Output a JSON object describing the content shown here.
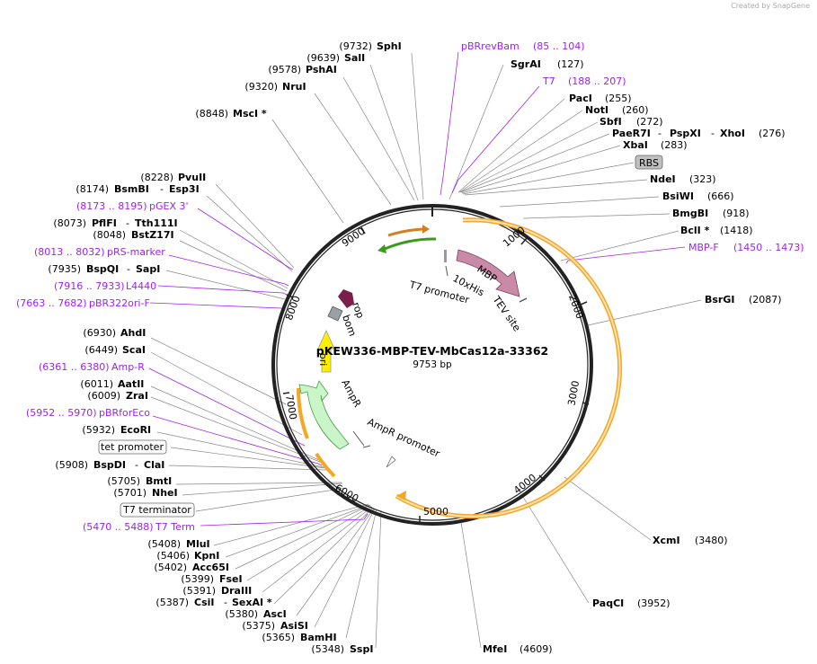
{
  "header": {
    "credit_prefix": "Created by",
    "credit_brand": "SnapGene"
  },
  "map": {
    "name": "pKEW336-MBP-TEV-MbCas12a-33362",
    "length": "9753 bp",
    "ticks": [
      "1000",
      "2000",
      "3000",
      "4000",
      "5000",
      "7000",
      "8000",
      "9000"
    ]
  },
  "features": {
    "mbp": "MBP",
    "his": "10xHis",
    "tev": "TEV site",
    "t7p": "T7 promoter",
    "rop": "rop",
    "bom": "bom",
    "ori": "ori",
    "ampr": "AmpR",
    "amprp": "AmpR promoter"
  },
  "sites_right": [
    {
      "name": "SgrAI",
      "pos": "(127)",
      "prim": true
    },
    {
      "name": "PacI",
      "pos": "(255)",
      "prim": true
    },
    {
      "name": "NotI",
      "pos": "(260)",
      "prim": true
    },
    {
      "name": "SbfI",
      "pos": "(272)",
      "prim": true
    },
    {
      "name": "PaeR7I",
      "alt1": "PspXI",
      "alt2": "XhoI",
      "pos": "(276)",
      "prim": true
    },
    {
      "name": "XbaI",
      "pos": "(283)",
      "prim": true
    },
    {
      "name": "NdeI",
      "pos": "(323)",
      "prim": true
    },
    {
      "name": "BsiWI",
      "pos": "(666)",
      "prim": true
    },
    {
      "name": "BmgBI",
      "pos": "(918)",
      "prim": true
    },
    {
      "name": "BclI *",
      "pos": "(1418)",
      "prim": true
    },
    {
      "name": "BsrGI",
      "pos": "(2087)",
      "prim": true
    },
    {
      "name": "XcmI",
      "pos": "(3480)",
      "prim": true
    },
    {
      "name": "PaqCI",
      "pos": "(3952)",
      "prim": true
    },
    {
      "name": "MfeI",
      "pos": "(4609)",
      "prim": true
    }
  ],
  "sites_left": [
    {
      "name": "SphI",
      "pos": "(9732)"
    },
    {
      "name": "SalI",
      "pos": "(9639)"
    },
    {
      "name": "PshAI",
      "pos": "(9578)"
    },
    {
      "name": "NruI",
      "pos": "(9320)"
    },
    {
      "name": "MscI *",
      "pos": "(8848)"
    },
    {
      "name": "PvuII",
      "pos": "(8228)"
    },
    {
      "name": "BsmBI",
      "alt": "Esp3I",
      "pos": "(8174)"
    },
    {
      "name": "PflFI",
      "alt": "Tth111I",
      "pos": "(8073)"
    },
    {
      "name": "BstZ17I",
      "pos": "(8048)"
    },
    {
      "name": "BspQI",
      "alt": "SapI",
      "pos": "(7935)"
    },
    {
      "name": "AhdI",
      "pos": "(6930)"
    },
    {
      "name": "ScaI",
      "pos": "(6449)"
    },
    {
      "name": "AatII",
      "pos": "(6011)"
    },
    {
      "name": "ZraI",
      "pos": "(6009)"
    },
    {
      "name": "EcoRI",
      "pos": "(5932)"
    },
    {
      "name": "BspDI",
      "alt": "ClaI",
      "pos": "(5908)"
    },
    {
      "name": "BmtI",
      "pos": "(5705)"
    },
    {
      "name": "NheI",
      "pos": "(5701)"
    },
    {
      "name": "MluI",
      "pos": "(5408)"
    },
    {
      "name": "KpnI",
      "pos": "(5406)"
    },
    {
      "name": "Acc65I",
      "pos": "(5402)"
    },
    {
      "name": "FseI",
      "pos": "(5399)"
    },
    {
      "name": "DraIII",
      "pos": "(5391)"
    },
    {
      "name": "CsiI",
      "alt": "SexAI *",
      "pos": "(5387)"
    },
    {
      "name": "AscI",
      "pos": "(5380)"
    },
    {
      "name": "AsiSI",
      "pos": "(5375)"
    },
    {
      "name": "BamHI",
      "pos": "(5365)"
    },
    {
      "name": "SspI",
      "pos": "(5348)"
    }
  ],
  "primers": [
    {
      "name": "pBRrevBam",
      "range": "(85 .. 104)"
    },
    {
      "name": "T7",
      "range": "(188 .. 207)"
    },
    {
      "name": "MBP-F",
      "range": "(1450 .. 1473)"
    },
    {
      "name": "pGEX 3'",
      "range": "(8173 .. 8195)"
    },
    {
      "name": "pRS-marker",
      "range": "(8013 .. 8032)"
    },
    {
      "name": "L4440",
      "range": "(7916 .. 7933)"
    },
    {
      "name": "pBR322ori-F",
      "range": "(7663 .. 7682)"
    },
    {
      "name": "Amp-R",
      "range": "(6361 .. 6380)"
    },
    {
      "name": "pBRforEco",
      "range": "(5952 .. 5970)"
    },
    {
      "name": "T7 Term",
      "range": "(5470 .. 5488)"
    }
  ],
  "boxed": {
    "rbs": "RBS",
    "tet": "tet promoter",
    "t7term": "T7 terminator"
  },
  "colors": {
    "backbone": "#222222",
    "orf_outline": "#f5a623",
    "mbp": "#c98aa8",
    "rop": "#7a1f4a",
    "ori": "#ffee00",
    "ampr": "#c9f5c9",
    "primer": "#a020f0",
    "t7_arrow": "#d08020",
    "green_arrow": "#3a9a1a"
  }
}
